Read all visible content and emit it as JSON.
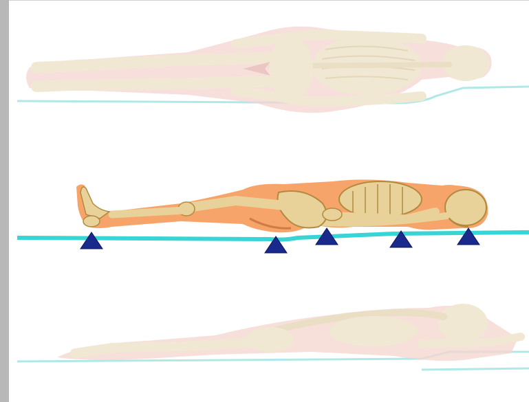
{
  "diagram": {
    "panels": [
      {
        "name": "supine-top-view",
        "style": "faded"
      },
      {
        "name": "supine-side-view",
        "style": "highlighted"
      },
      {
        "name": "prone-side-view",
        "style": "faded"
      }
    ],
    "support_points": {
      "count": 5
    }
  },
  "colors": {
    "surface_line": "#39d4d4",
    "faded_surface": "#a8e6e6",
    "body_orange": "#f6a46a",
    "bone": "#e9d29a",
    "bone_shadow": "#b08a3e",
    "support_marker": "#1a2a8c",
    "faded_bone": "#f0e6d0",
    "faded_body": "#f4d2cc",
    "side_bar": "#b8b8b8"
  }
}
